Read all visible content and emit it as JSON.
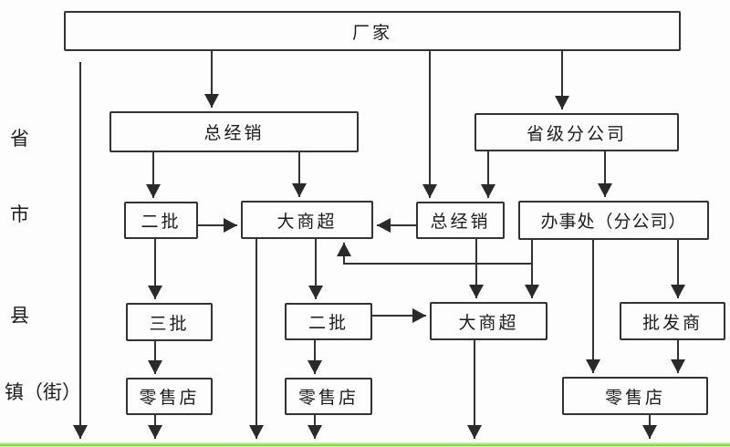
{
  "nodes": {
    "factory": {
      "label": "厂家"
    },
    "general_distributor_province": {
      "label": "总经销"
    },
    "provincial_branch": {
      "label": "省级分公司"
    },
    "second_tier_upper": {
      "label": "二批"
    },
    "big_supermarket_upper": {
      "label": "大商超"
    },
    "general_distributor_city": {
      "label": "总经销"
    },
    "office_branch": {
      "label": "办事处（分公司）"
    },
    "third_tier": {
      "label": "三批"
    },
    "second_tier_lower": {
      "label": "二批"
    },
    "big_supermarket_lower": {
      "label": "大商超"
    },
    "wholesaler": {
      "label": "批发商"
    },
    "retail_left": {
      "label": "零售店"
    },
    "retail_mid": {
      "label": "零售店"
    },
    "retail_right": {
      "label": "零售店"
    }
  },
  "region_labels": {
    "province": "省",
    "city": "市",
    "county": "县",
    "town": "镇（街）"
  },
  "edges": [
    {
      "from": "factory",
      "to": "general_distributor_province"
    },
    {
      "from": "factory",
      "to": "general_distributor_city"
    },
    {
      "from": "factory",
      "to": "provincial_branch"
    },
    {
      "from": "general_distributor_province",
      "to": "second_tier_upper"
    },
    {
      "from": "general_distributor_province",
      "to": "big_supermarket_upper"
    },
    {
      "from": "provincial_branch",
      "to": "general_distributor_city"
    },
    {
      "from": "provincial_branch",
      "to": "office_branch"
    },
    {
      "from": "second_tier_upper",
      "to": "big_supermarket_upper"
    },
    {
      "from": "general_distributor_city",
      "to": "big_supermarket_upper"
    },
    {
      "from": "office_branch",
      "to": "big_supermarket_upper"
    },
    {
      "from": "second_tier_upper",
      "to": "third_tier"
    },
    {
      "from": "big_supermarket_upper",
      "to": "second_tier_lower"
    },
    {
      "from": "big_supermarket_upper",
      "to": "bottom"
    },
    {
      "from": "general_distributor_city",
      "to": "big_supermarket_lower"
    },
    {
      "from": "office_branch",
      "to": "big_supermarket_lower"
    },
    {
      "from": "office_branch",
      "to": "retail_right"
    },
    {
      "from": "office_branch",
      "to": "wholesaler"
    },
    {
      "from": "second_tier_lower",
      "to": "big_supermarket_lower"
    },
    {
      "from": "third_tier",
      "to": "retail_left"
    },
    {
      "from": "second_tier_lower",
      "to": "retail_mid"
    },
    {
      "from": "wholesaler",
      "to": "retail_right"
    },
    {
      "from": "retail_left",
      "to": "bottom"
    },
    {
      "from": "retail_mid",
      "to": "bottom"
    },
    {
      "from": "big_supermarket_lower",
      "to": "bottom"
    },
    {
      "from": "retail_right",
      "to": "bottom"
    },
    {
      "from": "region_boundary_line",
      "to": "bottom"
    }
  ],
  "colors": {
    "line": "#333333",
    "accent_green": "#62d42c",
    "background": "#fdfdfd"
  }
}
